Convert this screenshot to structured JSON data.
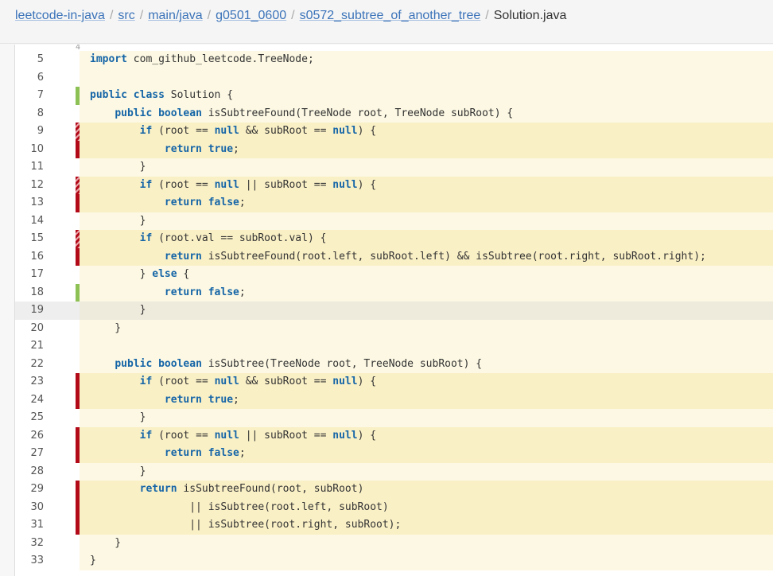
{
  "breadcrumb": {
    "items": [
      "leetcode-in-java",
      "src",
      "main/java",
      "g0501_0600",
      "s0572_subtree_of_another_tree"
    ],
    "current": "Solution.java",
    "separator": "/"
  },
  "code": {
    "top_stub": "4",
    "lines": [
      {
        "n": "5",
        "status": "none",
        "segs": [
          [
            "kw",
            "import"
          ],
          [
            "t",
            " com_github_leetcode.TreeNode;"
          ]
        ]
      },
      {
        "n": "6",
        "status": "none",
        "segs": []
      },
      {
        "n": "7",
        "status": "covered",
        "segs": [
          [
            "kw",
            "public"
          ],
          [
            "t",
            " "
          ],
          [
            "kw",
            "class"
          ],
          [
            "t",
            " Solution {"
          ]
        ]
      },
      {
        "n": "8",
        "status": "none",
        "segs": [
          [
            "t",
            "    "
          ],
          [
            "kw",
            "public"
          ],
          [
            "t",
            " "
          ],
          [
            "kw",
            "boolean"
          ],
          [
            "t",
            " isSubtreeFound(TreeNode root, TreeNode subRoot) {"
          ]
        ]
      },
      {
        "n": "9",
        "status": "partial",
        "segs": [
          [
            "t",
            "        "
          ],
          [
            "kw",
            "if"
          ],
          [
            "t",
            " (root == "
          ],
          [
            "kw",
            "null"
          ],
          [
            "t",
            " && subRoot == "
          ],
          [
            "kw",
            "null"
          ],
          [
            "t",
            ") {"
          ]
        ]
      },
      {
        "n": "10",
        "status": "uncovered",
        "segs": [
          [
            "t",
            "            "
          ],
          [
            "kw",
            "return"
          ],
          [
            "t",
            " "
          ],
          [
            "kw",
            "true"
          ],
          [
            "t",
            ";"
          ]
        ]
      },
      {
        "n": "11",
        "status": "none",
        "segs": [
          [
            "t",
            "        }"
          ]
        ]
      },
      {
        "n": "12",
        "status": "partial",
        "segs": [
          [
            "t",
            "        "
          ],
          [
            "kw",
            "if"
          ],
          [
            "t",
            " (root == "
          ],
          [
            "kw",
            "null"
          ],
          [
            "t",
            " || subRoot == "
          ],
          [
            "kw",
            "null"
          ],
          [
            "t",
            ") {"
          ]
        ]
      },
      {
        "n": "13",
        "status": "uncovered",
        "segs": [
          [
            "t",
            "            "
          ],
          [
            "kw",
            "return"
          ],
          [
            "t",
            " "
          ],
          [
            "kw",
            "false"
          ],
          [
            "t",
            ";"
          ]
        ]
      },
      {
        "n": "14",
        "status": "none",
        "segs": [
          [
            "t",
            "        }"
          ]
        ]
      },
      {
        "n": "15",
        "status": "partial",
        "segs": [
          [
            "t",
            "        "
          ],
          [
            "kw",
            "if"
          ],
          [
            "t",
            " (root.val == subRoot.val) {"
          ]
        ]
      },
      {
        "n": "16",
        "status": "uncovered",
        "segs": [
          [
            "t",
            "            "
          ],
          [
            "kw",
            "return"
          ],
          [
            "t",
            " isSubtreeFound(root.left, subRoot.left) && isSubtree(root.right, subRoot.right);"
          ]
        ]
      },
      {
        "n": "17",
        "status": "none",
        "segs": [
          [
            "t",
            "        } "
          ],
          [
            "kw",
            "else"
          ],
          [
            "t",
            " {"
          ]
        ]
      },
      {
        "n": "18",
        "status": "covered",
        "segs": [
          [
            "t",
            "            "
          ],
          [
            "kw",
            "return"
          ],
          [
            "t",
            " "
          ],
          [
            "kw",
            "false"
          ],
          [
            "t",
            ";"
          ]
        ]
      },
      {
        "n": "19",
        "status": "current",
        "segs": [
          [
            "t",
            "        }"
          ]
        ]
      },
      {
        "n": "20",
        "status": "none",
        "segs": [
          [
            "t",
            "    }"
          ]
        ]
      },
      {
        "n": "21",
        "status": "none",
        "segs": []
      },
      {
        "n": "22",
        "status": "none",
        "segs": [
          [
            "t",
            "    "
          ],
          [
            "kw",
            "public"
          ],
          [
            "t",
            " "
          ],
          [
            "kw",
            "boolean"
          ],
          [
            "t",
            " isSubtree(TreeNode root, TreeNode subRoot) {"
          ]
        ]
      },
      {
        "n": "23",
        "status": "uncovered",
        "segs": [
          [
            "t",
            "        "
          ],
          [
            "kw",
            "if"
          ],
          [
            "t",
            " (root == "
          ],
          [
            "kw",
            "null"
          ],
          [
            "t",
            " && subRoot == "
          ],
          [
            "kw",
            "null"
          ],
          [
            "t",
            ") {"
          ]
        ]
      },
      {
        "n": "24",
        "status": "uncovered",
        "segs": [
          [
            "t",
            "            "
          ],
          [
            "kw",
            "return"
          ],
          [
            "t",
            " "
          ],
          [
            "kw",
            "true"
          ],
          [
            "t",
            ";"
          ]
        ]
      },
      {
        "n": "25",
        "status": "none",
        "segs": [
          [
            "t",
            "        }"
          ]
        ]
      },
      {
        "n": "26",
        "status": "uncovered",
        "segs": [
          [
            "t",
            "        "
          ],
          [
            "kw",
            "if"
          ],
          [
            "t",
            " (root == "
          ],
          [
            "kw",
            "null"
          ],
          [
            "t",
            " || subRoot == "
          ],
          [
            "kw",
            "null"
          ],
          [
            "t",
            ") {"
          ]
        ]
      },
      {
        "n": "27",
        "status": "uncovered",
        "segs": [
          [
            "t",
            "            "
          ],
          [
            "kw",
            "return"
          ],
          [
            "t",
            " "
          ],
          [
            "kw",
            "false"
          ],
          [
            "t",
            ";"
          ]
        ]
      },
      {
        "n": "28",
        "status": "none",
        "segs": [
          [
            "t",
            "        }"
          ]
        ]
      },
      {
        "n": "29",
        "status": "uncovered",
        "segs": [
          [
            "t",
            "        "
          ],
          [
            "kw",
            "return"
          ],
          [
            "t",
            " isSubtreeFound(root, subRoot)"
          ]
        ]
      },
      {
        "n": "30",
        "status": "uncovered",
        "segs": [
          [
            "t",
            "                || isSubtree(root.left, subRoot)"
          ]
        ]
      },
      {
        "n": "31",
        "status": "uncovered",
        "segs": [
          [
            "t",
            "                || isSubtree(root.right, subRoot);"
          ]
        ]
      },
      {
        "n": "32",
        "status": "none",
        "segs": [
          [
            "t",
            "    }"
          ]
        ]
      },
      {
        "n": "33",
        "status": "none",
        "segs": [
          [
            "t",
            "}"
          ]
        ]
      }
    ]
  }
}
